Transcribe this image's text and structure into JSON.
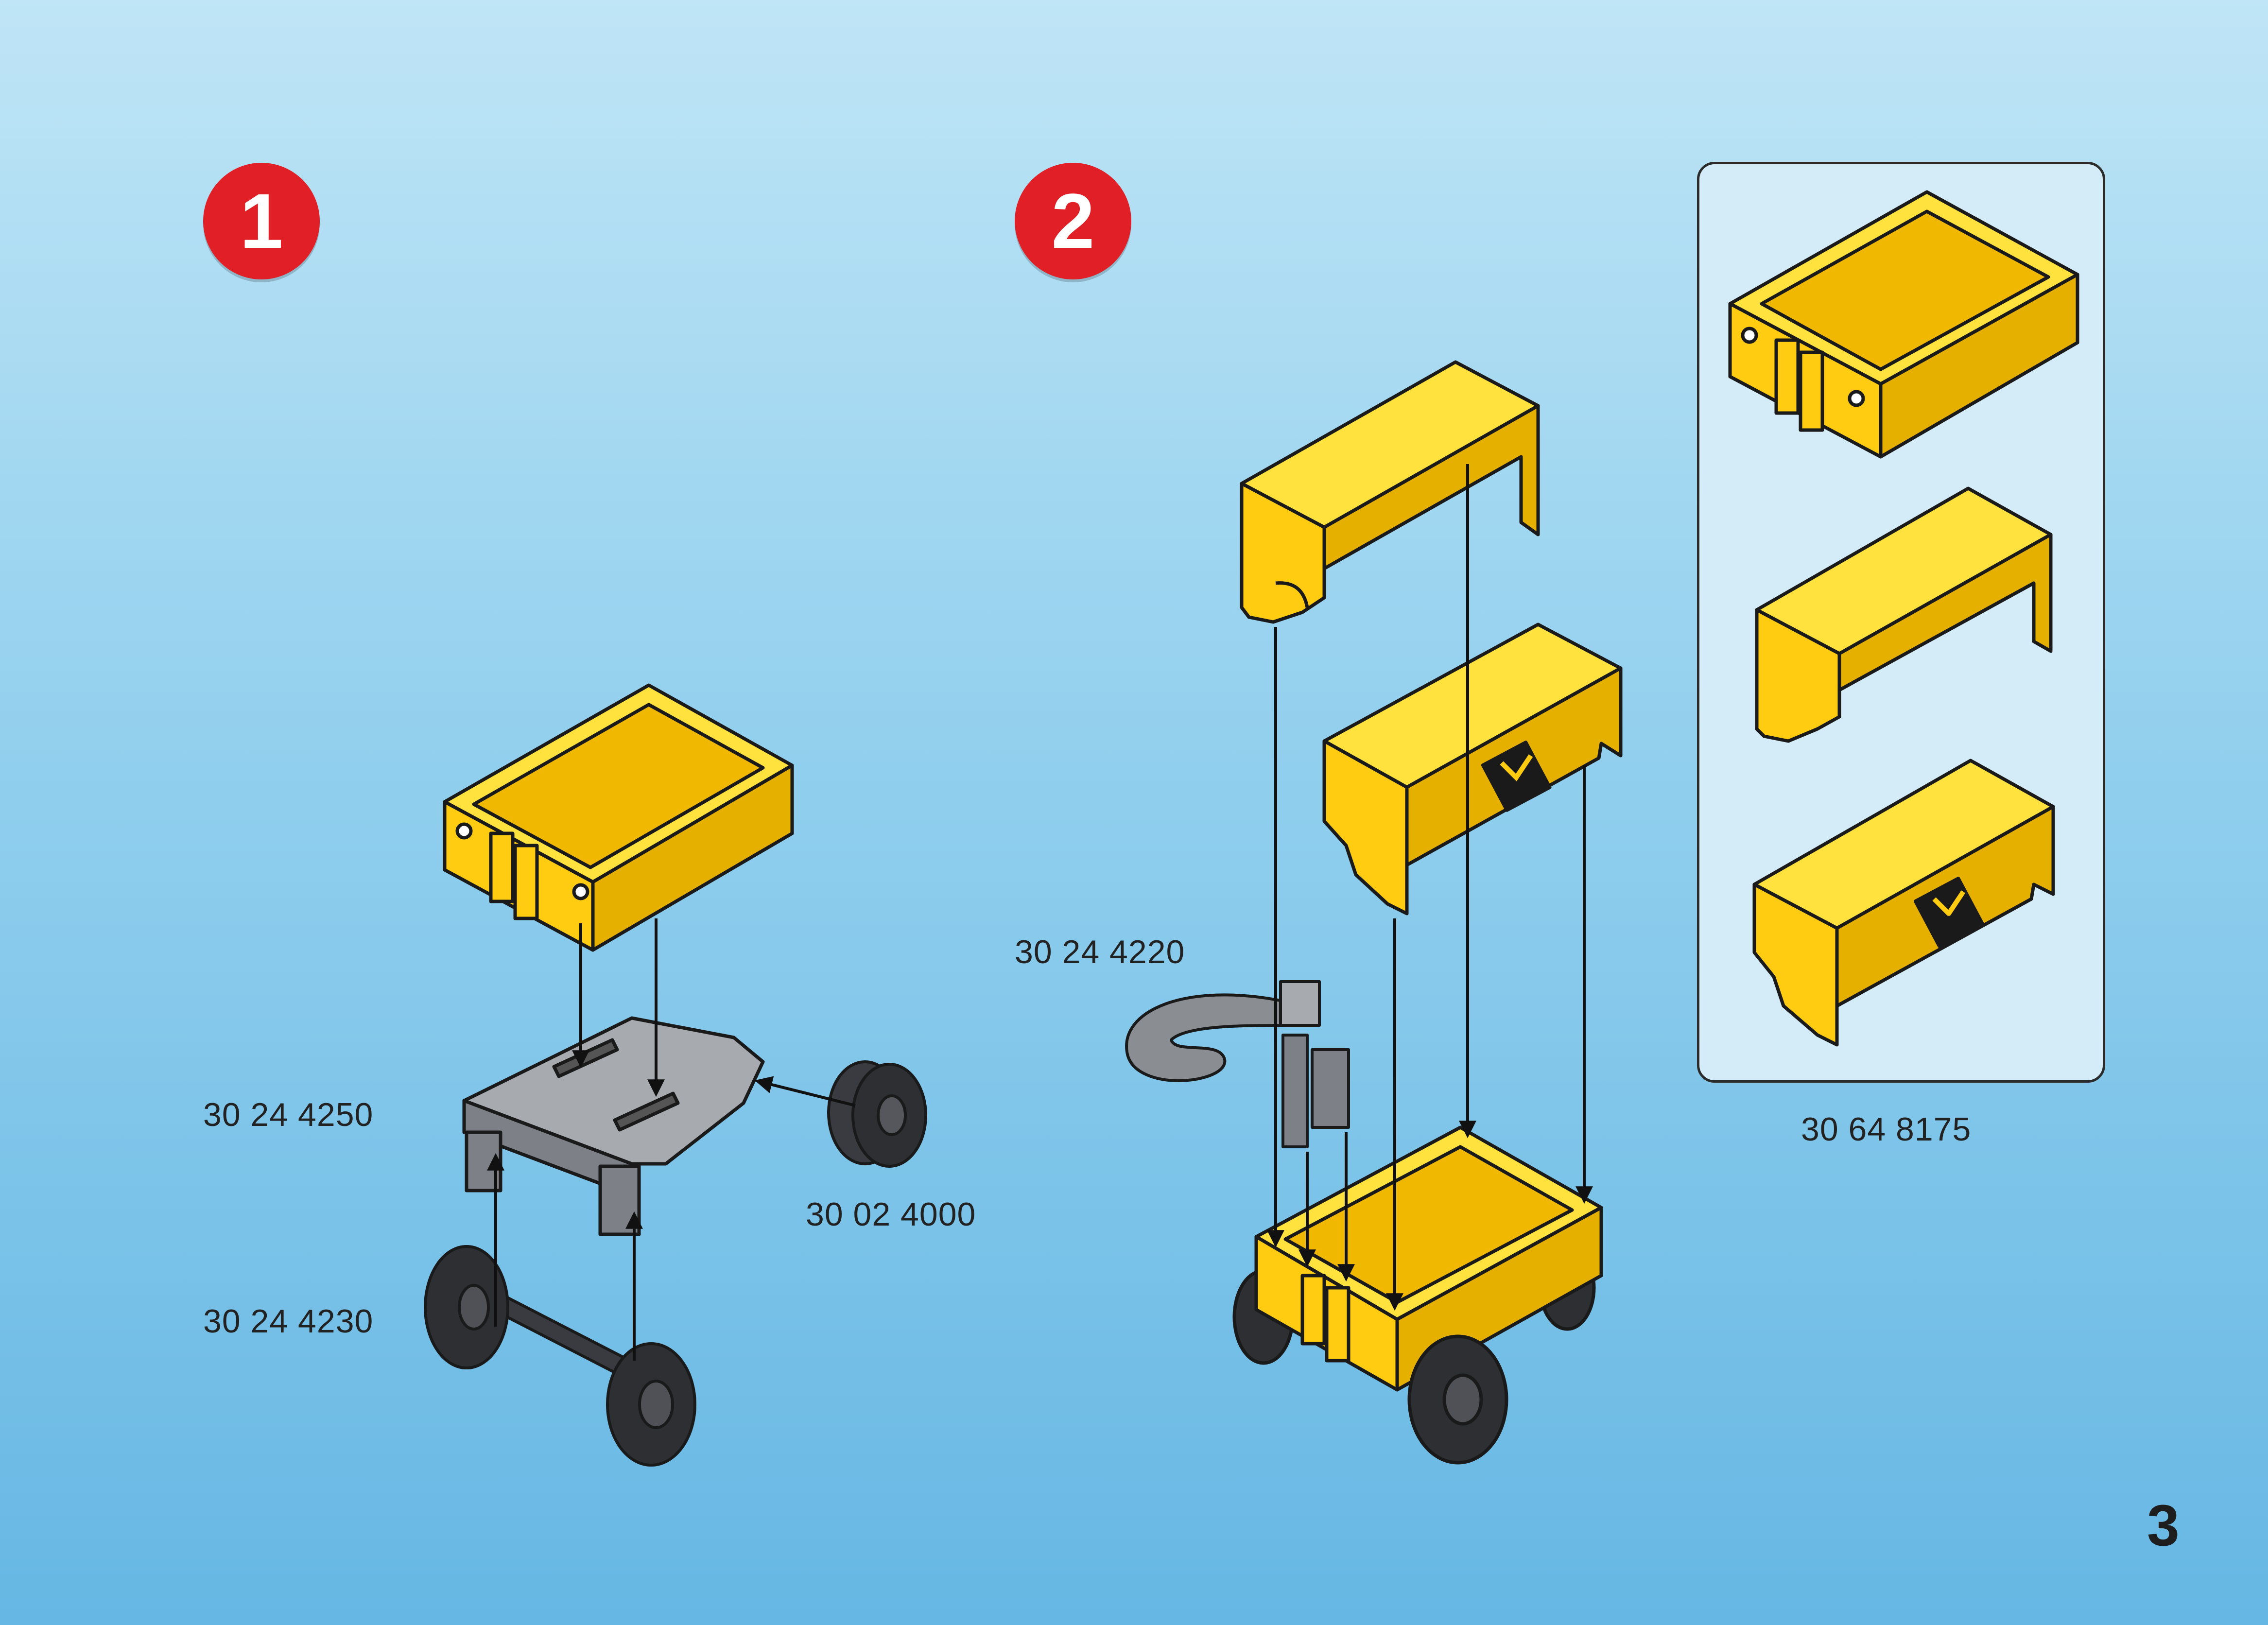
{
  "steps": [
    {
      "number": "1"
    },
    {
      "number": "2"
    }
  ],
  "part_labels": {
    "chassis": "30 24 4250",
    "front_wheels": "30 02 4000",
    "axle_wheels": "30 24 4230",
    "handle": "30 24 4220",
    "inset_set": "30 64 8175"
  },
  "page_number": "3",
  "colors": {
    "background_top": "#bfe5f6",
    "background_bottom": "#66b7e4",
    "step_badge": "#e11f26",
    "part_yellow": "#ffcc11",
    "part_grey": "#8a8d92",
    "wheel_black": "#2e2f33",
    "outline": "#1a1a1a"
  },
  "icons": [
    "mail-envelope-icon",
    "arrow-icon"
  ]
}
